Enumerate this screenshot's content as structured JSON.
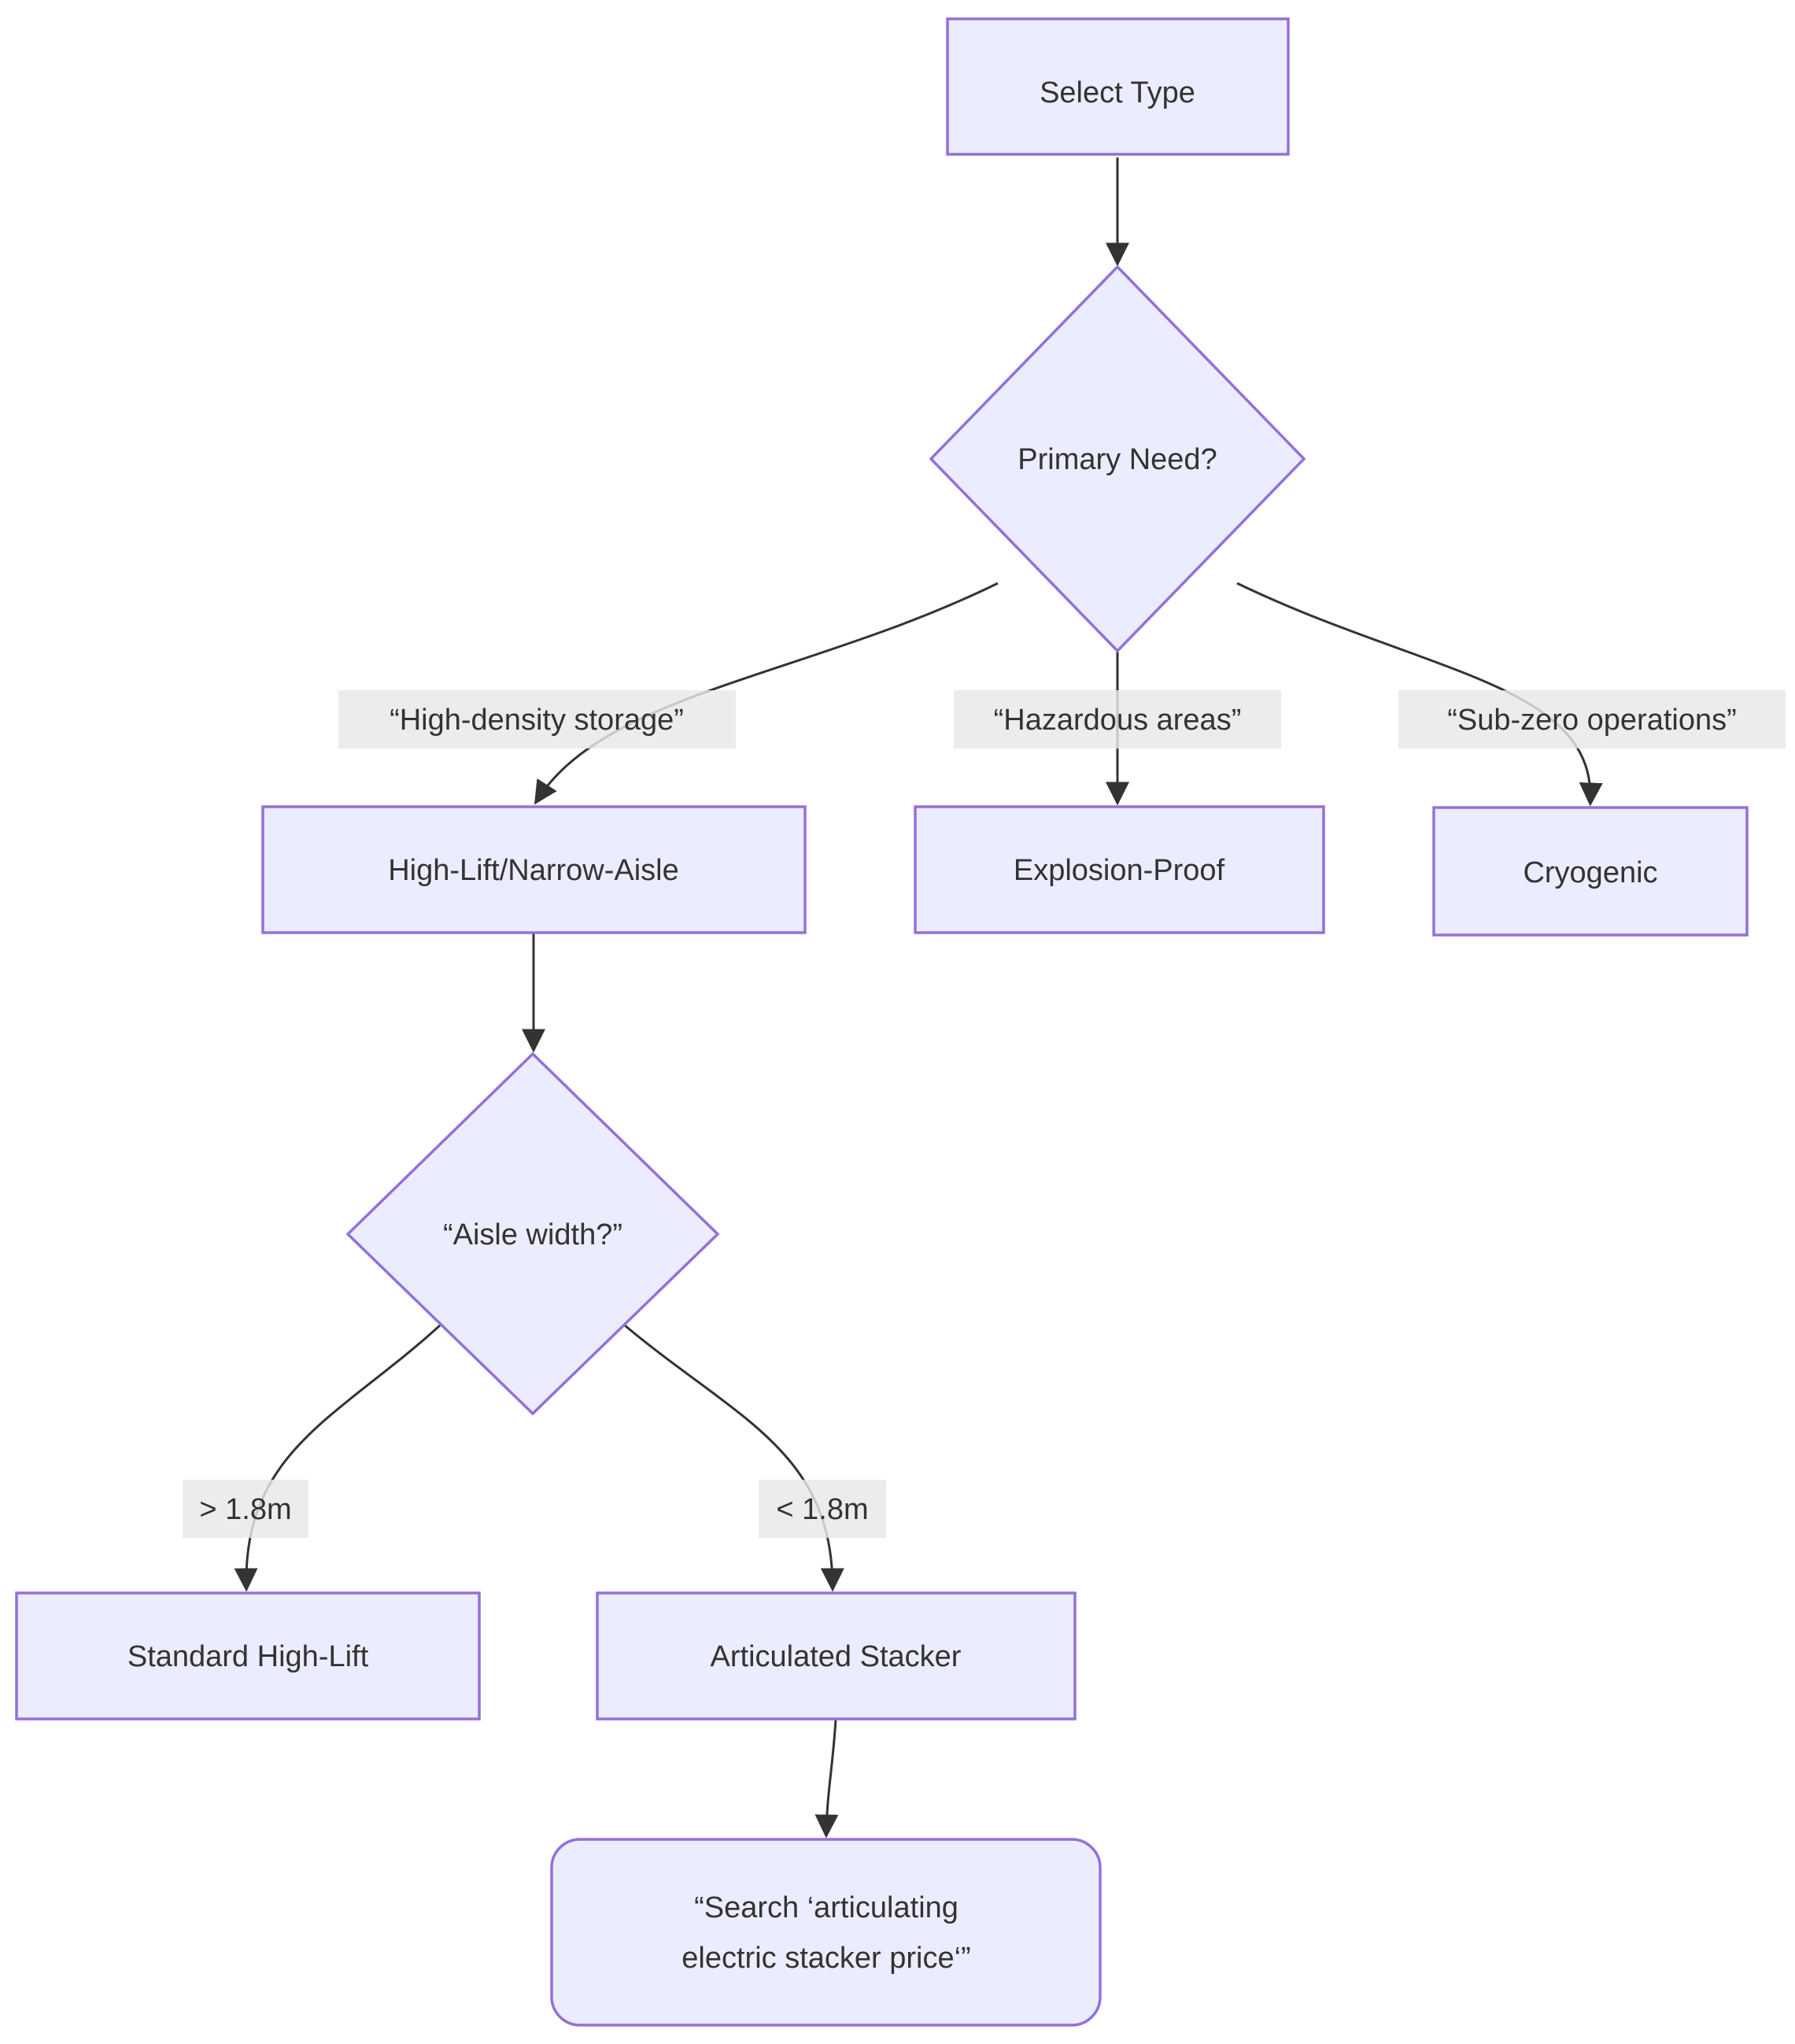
{
  "diagram": {
    "type": "flowchart",
    "direction": "top-down",
    "colors": {
      "node_fill": "#ECECFF",
      "node_border": "#9370DB",
      "edge": "#333333",
      "label_bg": "#e8e8e8",
      "text": "#333333",
      "background": "#ffffff"
    },
    "nodes": [
      {
        "id": "select-type",
        "shape": "rect",
        "label": "Select Type"
      },
      {
        "id": "primary-need",
        "shape": "diamond",
        "label": "Primary Need?"
      },
      {
        "id": "high-lift-narrow-aisle",
        "shape": "rect",
        "label": "High-Lift/Narrow-Aisle"
      },
      {
        "id": "explosion-proof",
        "shape": "rect",
        "label": "Explosion-Proof"
      },
      {
        "id": "cryogenic",
        "shape": "rect",
        "label": "Cryogenic"
      },
      {
        "id": "aisle-width",
        "shape": "diamond",
        "label": "“Aisle width?”"
      },
      {
        "id": "standard-high-lift",
        "shape": "rect",
        "label": "Standard High-Lift"
      },
      {
        "id": "articulated-stacker",
        "shape": "rect",
        "label": "Articulated Stacker"
      },
      {
        "id": "search-action",
        "shape": "rounded-rect",
        "label_lines": [
          "“Search ‘articulating",
          "electric stacker price‘”"
        ]
      }
    ],
    "edges": [
      {
        "from": "select-type",
        "to": "primary-need",
        "label": ""
      },
      {
        "from": "primary-need",
        "to": "high-lift-narrow-aisle",
        "label": "“High-density storage”"
      },
      {
        "from": "primary-need",
        "to": "explosion-proof",
        "label": "“Hazardous areas”"
      },
      {
        "from": "primary-need",
        "to": "cryogenic",
        "label": "“Sub-zero operations”"
      },
      {
        "from": "high-lift-narrow-aisle",
        "to": "aisle-width",
        "label": ""
      },
      {
        "from": "aisle-width",
        "to": "standard-high-lift",
        "label": "> 1.8m"
      },
      {
        "from": "aisle-width",
        "to": "articulated-stacker",
        "label": "< 1.8m"
      },
      {
        "from": "articulated-stacker",
        "to": "search-action",
        "label": ""
      }
    ]
  }
}
